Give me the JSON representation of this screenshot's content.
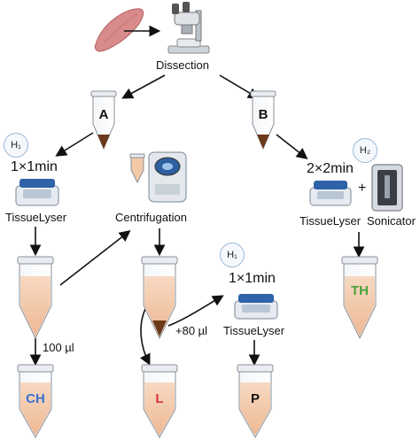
{
  "labels": {
    "dissection": "Dissection",
    "tube_a": "A",
    "tube_b": "B",
    "h1_left": "H₁",
    "h1_right": "H₁",
    "h2": "H₂",
    "time_left": "1×1min",
    "time_right_mid": "1×1min",
    "time_b": "2×2min",
    "tissuelyser_left": "TissueLyser",
    "tissuelyser_mid": "TissueLyser",
    "tissuelyser_b": "TissueLyser",
    "plus": "+",
    "sonicator": "Sonicator",
    "centrifugation": "Centrifugation",
    "vol_100": "100 µl",
    "vol_80": "+80 µl",
    "out_ch": "CH",
    "out_l": "L",
    "out_p": "P",
    "out_th": "TH"
  },
  "colors": {
    "arrow": "#111111",
    "tissue": "#d98b8b",
    "liquid": "#f3c9a8",
    "pellet": "#6b3a1a",
    "ch_text": "#3a6fd0",
    "l_text": "#d8353a",
    "th_text": "#4aa33a",
    "h_circle_border": "#9bb8d8"
  }
}
